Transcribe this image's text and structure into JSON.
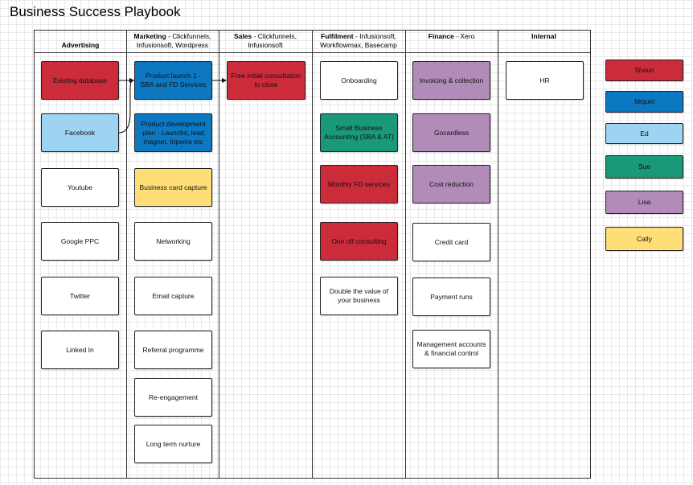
{
  "title": "Business Success Playbook",
  "columns": [
    {
      "name": "Advertising",
      "tools": ""
    },
    {
      "name": "Marketing",
      "tools": " - Clickfunnels, Infusionsoft, Wordpress"
    },
    {
      "name": "Sales",
      "tools": " - Clickfunnels, Infusionsoft"
    },
    {
      "name": "Fulfilment",
      "tools": " - Infusionsoft, Workflowmax, Basecamp"
    },
    {
      "name": "Finance",
      "tools": " - Xero"
    },
    {
      "name": "Internal",
      "tools": ""
    }
  ],
  "advertising": [
    "Existing database",
    "Facebook",
    "Youtube",
    "Google PPC",
    "Twitter",
    "Linked In"
  ],
  "marketing": [
    "Product launch 1 - SBA and FD Services",
    "Product development plan - Launchs, lead magnet, tripwire etc",
    "Business card capture",
    "Networking",
    "Email capture",
    "Referral programme",
    "Re-engagement",
    "Long term nurture"
  ],
  "sales": [
    "Free initial consultation to close"
  ],
  "fulfilment": [
    "Onboarding",
    "Small Business Accounting (SBA & AT)",
    "Monthly FD services",
    "One off consulting",
    "Double the value of your business"
  ],
  "finance": [
    "Invoicing & collection",
    "Gocardless",
    "Cost reduction",
    "Credit card",
    "Payment runs",
    "Management accounts & financial control"
  ],
  "internal": [
    "HR"
  ],
  "legend": [
    "Shaun",
    "Miquel",
    "Ed",
    "Sue",
    "Lisa",
    "Cally"
  ],
  "colors": {
    "red": "#cc2b3a",
    "blue": "#0c78c2",
    "light_blue": "#9cd4f2",
    "green": "#1a9979",
    "purple": "#b18cb8",
    "yellow": "#ffde78"
  }
}
